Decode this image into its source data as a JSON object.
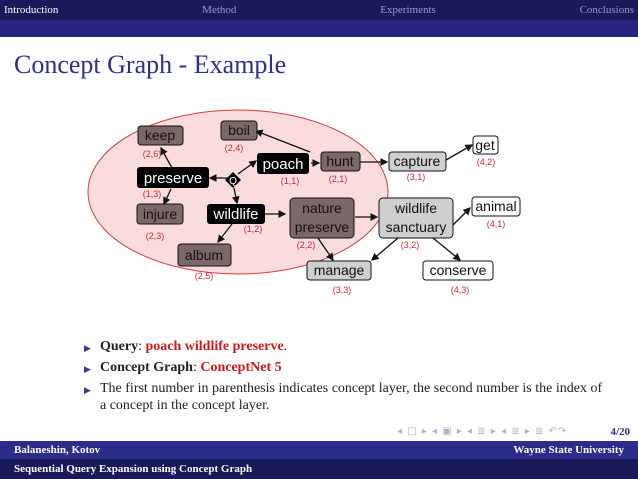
{
  "nav": {
    "sections": [
      "Introduction",
      "Method",
      "Experiments",
      "Conclusions"
    ],
    "active": "Introduction"
  },
  "slide": {
    "title": "Concept Graph - Example"
  },
  "graph": {
    "query_node": "Q",
    "nodes": [
      {
        "id": "keep",
        "label": "keep",
        "label2": "",
        "coord": "(2,6)",
        "style": "layer2"
      },
      {
        "id": "boil",
        "label": "boil",
        "label2": "",
        "coord": "(2,4)",
        "style": "layer2"
      },
      {
        "id": "preserve",
        "label": "preserve",
        "label2": "",
        "coord": "(1,3)",
        "style": "layer1"
      },
      {
        "id": "poach",
        "label": "poach",
        "label2": "",
        "coord": "(1,1)",
        "style": "layer1"
      },
      {
        "id": "hunt",
        "label": "hunt",
        "label2": "",
        "coord": "(2,1)",
        "style": "layer2"
      },
      {
        "id": "capture",
        "label": "capture",
        "label2": "",
        "coord": "(3,1)",
        "style": "layer3"
      },
      {
        "id": "get",
        "label": "get",
        "label2": "",
        "coord": "(4,2)",
        "style": "layer4"
      },
      {
        "id": "injure",
        "label": "injure",
        "label2": "",
        "coord": "(2,3)",
        "style": "layer2"
      },
      {
        "id": "wildlife",
        "label": "wildlife",
        "label2": "",
        "coord": "(1,2)",
        "style": "layer1"
      },
      {
        "id": "nature_preserve",
        "label": "nature",
        "label2": "preserve",
        "coord": "(2,2)",
        "style": "layer2"
      },
      {
        "id": "wildlife_sanctuary",
        "label": "wildlife",
        "label2": "sanctuary",
        "coord": "(3,2)",
        "style": "layer3"
      },
      {
        "id": "animal",
        "label": "animal",
        "label2": "",
        "coord": "(4,1)",
        "style": "layer4"
      },
      {
        "id": "album",
        "label": "album",
        "label2": "",
        "coord": "(2,5)",
        "style": "layer2"
      },
      {
        "id": "manage",
        "label": "manage",
        "label2": "",
        "coord": "(3,3)",
        "style": "layer3"
      },
      {
        "id": "conserve",
        "label": "conserve",
        "label2": "",
        "coord": "(4,3)",
        "style": "layer4"
      }
    ]
  },
  "bullets": {
    "b1_label": "Query",
    "b1_sep": ": ",
    "b1_value": "poach wildlife preserve",
    "b1_end": ".",
    "b2_label": "Concept Graph",
    "b2_sep": ": ",
    "b2_value": "ConceptNet 5",
    "b3_text": "The first number in parenthesis indicates concept layer, the second number is the index of a concept in the concept layer."
  },
  "footer": {
    "navicons": "◂ □ ▸  ◂ ▣ ▸  ◂ ≣ ▸  ◂ ≣ ▸   ≣   ↶↷",
    "page": "4/20",
    "authors": "Balaneshin, Kotov",
    "institution": "Wayne State University",
    "talk_title": "Sequential Query Expansion using Concept Graph"
  },
  "colors": {
    "nav_bg": "#1a1a5a",
    "title": "#2e2e8c",
    "highlight_red": "#cc1a1a",
    "layer1": "#000000",
    "layer2": "#7b6868",
    "layer3": "#cfcfcf",
    "layer4": "#ffffff",
    "ellipse_fill": "#fbdcdc",
    "ellipse_stroke": "#d04040"
  }
}
